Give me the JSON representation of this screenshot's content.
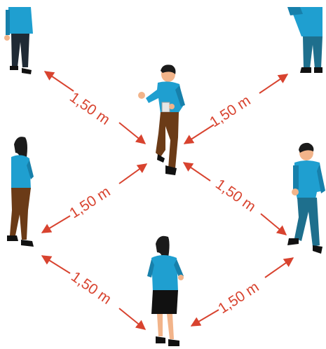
{
  "distance_label": "1,50 m",
  "colors": {
    "arrow": "#d8432f",
    "shirt": "#1f9fd0",
    "shirt_shade": "#1780ab",
    "skin": "#f2b48a",
    "hair": "#1b1b1b",
    "brown_pants": "#6b3b17",
    "dark_pants": "#1f2a35",
    "teal_pants": "#1e6f8d",
    "skirt": "#111111",
    "background": "#ffffff"
  },
  "people": [
    {
      "name": "person-top-left",
      "pose": "standing, cropped at top",
      "pants": "dark"
    },
    {
      "name": "person-top-right",
      "pose": "standing, cropped at top",
      "pants": "teal"
    },
    {
      "name": "person-center",
      "pose": "man holding phone, gesturing",
      "pants": "brown"
    },
    {
      "name": "person-middle-left",
      "pose": "woman with long hair",
      "pants": "brown"
    },
    {
      "name": "person-middle-right",
      "pose": "man standing",
      "pants": "teal"
    },
    {
      "name": "person-bottom-center",
      "pose": "woman in skirt",
      "pants": "skirt"
    }
  ],
  "arrows": [
    {
      "name": "arrow-topleft-center",
      "label": "1,50 m"
    },
    {
      "name": "arrow-topright-center",
      "label": "1,50 m"
    },
    {
      "name": "arrow-midleft-center",
      "label": "1,50 m"
    },
    {
      "name": "arrow-midright-center",
      "label": "1,50 m"
    },
    {
      "name": "arrow-midleft-bottom",
      "label": "1,50 m"
    },
    {
      "name": "arrow-midright-bottom",
      "label": "1,50 m"
    }
  ]
}
